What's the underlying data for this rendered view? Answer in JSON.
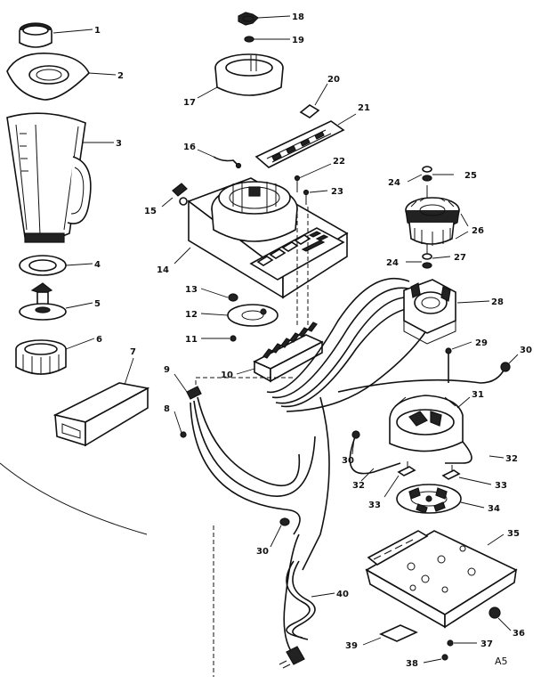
{
  "diagram": {
    "labels": {
      "p1": "1",
      "p2": "2",
      "p3": "3",
      "p4": "4",
      "p5": "5",
      "p6": "6",
      "p7": "7",
      "p8": "8",
      "p9": "9",
      "p10": "10",
      "p11": "11",
      "p12": "12",
      "p13": "13",
      "p14": "14",
      "p15": "15",
      "p16": "16",
      "p17": "17",
      "p18": "18",
      "p19": "19",
      "p20": "20",
      "p21": "21",
      "p22": "22",
      "p23": "23",
      "p24a": "24",
      "p24b": "24",
      "p25": "25",
      "p26": "26",
      "p27": "27",
      "p28": "28",
      "p29": "29",
      "p30a": "30",
      "p30b": "30",
      "p30c": "30",
      "p31": "31",
      "p32a": "32",
      "p32b": "32",
      "p33a": "33",
      "p33b": "33",
      "p34": "34",
      "p35": "35",
      "p36": "36",
      "p37": "37",
      "p38": "38",
      "p39": "39",
      "p40": "40"
    },
    "page_code": "A5"
  }
}
